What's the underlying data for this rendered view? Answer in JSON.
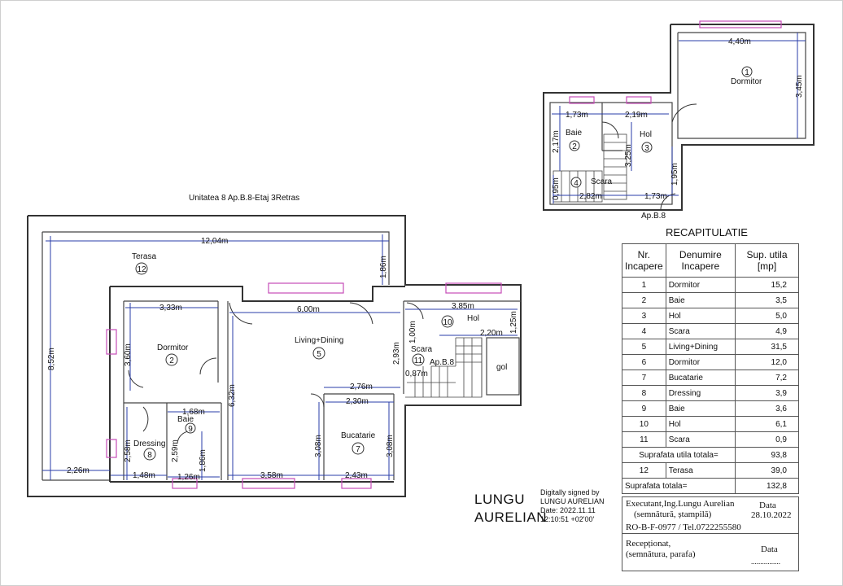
{
  "unit_title": "Unitatea 8 Ap.B.8-Etaj 3Retras",
  "top_caption": "",
  "apt_label": "Ap.B.8",
  "upper_plan": {
    "rooms": [
      {
        "num": "1",
        "name": "Dormitor"
      },
      {
        "num": "2",
        "name": "Baie"
      },
      {
        "num": "3",
        "name": "Hol"
      },
      {
        "num": "4",
        "name": "Scara"
      }
    ],
    "dims": [
      "4,40m",
      "3,45m",
      "1,73m",
      "2,19m",
      "2,17m",
      "3,25m",
      "1,95m",
      "0,95m",
      "2,82m",
      "1,73m"
    ]
  },
  "lower_plan": {
    "rooms": [
      {
        "num": "12",
        "name": "Terasa"
      },
      {
        "num": "2",
        "name": "Dormitor"
      },
      {
        "num": "5",
        "name": "Living+Dining"
      },
      {
        "num": "10",
        "name": "Hol"
      },
      {
        "num": "11",
        "name": "Scara"
      },
      {
        "num": "9",
        "name": "Baie"
      },
      {
        "num": "8",
        "name": "Dressing"
      },
      {
        "num": "7",
        "name": "Bucatarie"
      }
    ],
    "gol": "gol",
    "stair_label": "Ap.B.8",
    "dims": [
      "12,04m",
      "1,86m",
      "8,52m",
      "3,33m",
      "3,60m",
      "6,00m",
      "3,85m",
      "1,00m",
      "2,20m",
      "1,25m",
      "2,93m",
      "0,87m",
      "2,76m",
      "6,32m",
      "2,30m",
      "1,68m",
      "2,58m",
      "2,59m",
      "1,86m",
      "3,08m",
      "3,08m",
      "2,26m",
      "1,48m",
      "1,26m",
      "3,58m",
      "2,43m"
    ]
  },
  "recap": {
    "title": "RECAPITULATIE",
    "headers": [
      "Nr. Incapere",
      "Denumire Incapere",
      "Sup. utila [mp]"
    ],
    "rows": [
      [
        "1",
        "Dormitor",
        "15,2"
      ],
      [
        "2",
        "Baie",
        "3,5"
      ],
      [
        "3",
        "Hol",
        "5,0"
      ],
      [
        "4",
        "Scara",
        "4,9"
      ],
      [
        "5",
        "Living+Dining",
        "31,5"
      ],
      [
        "6",
        "Dormitor",
        "12,0"
      ],
      [
        "7",
        "Bucatarie",
        "7,2"
      ],
      [
        "8",
        "Dressing",
        "3,9"
      ],
      [
        "9",
        "Baie",
        "3,6"
      ],
      [
        "10",
        "Hol",
        "6,1"
      ],
      [
        "11",
        "Scara",
        "0,9"
      ]
    ],
    "util_total_label": "Suprafata utila totala=",
    "util_total": "93,8",
    "terrace_row": [
      "12",
      "Terasa",
      "39,0"
    ],
    "total_label": "Suprafata totala=",
    "total": "132,8"
  },
  "signature": {
    "executant": "Executant,Ing.Lungu Aurelian",
    "executant_sub": "(semnătură, ștampilă)",
    "data_label": "Data",
    "data_value": "28.10.2022",
    "license": "RO-B-F-0977 / Tel.0722255580",
    "receptionat": "Recepționat,",
    "receptionat_sub": "(semnătura, parafa)",
    "data_label2": "Data",
    "data_dots": "................"
  },
  "author": {
    "line1": "LUNGU",
    "line2": "AURELIAN"
  },
  "digital": {
    "l1": "Digitally signed by",
    "l2": "LUNGU AURELIAN",
    "l3": "Date: 2022.11.11",
    "l4": "12:10:51 +02'00'"
  },
  "colors": {
    "dimension": "#2a3ea8",
    "window": "#c64cb8",
    "wall": "#333333"
  }
}
